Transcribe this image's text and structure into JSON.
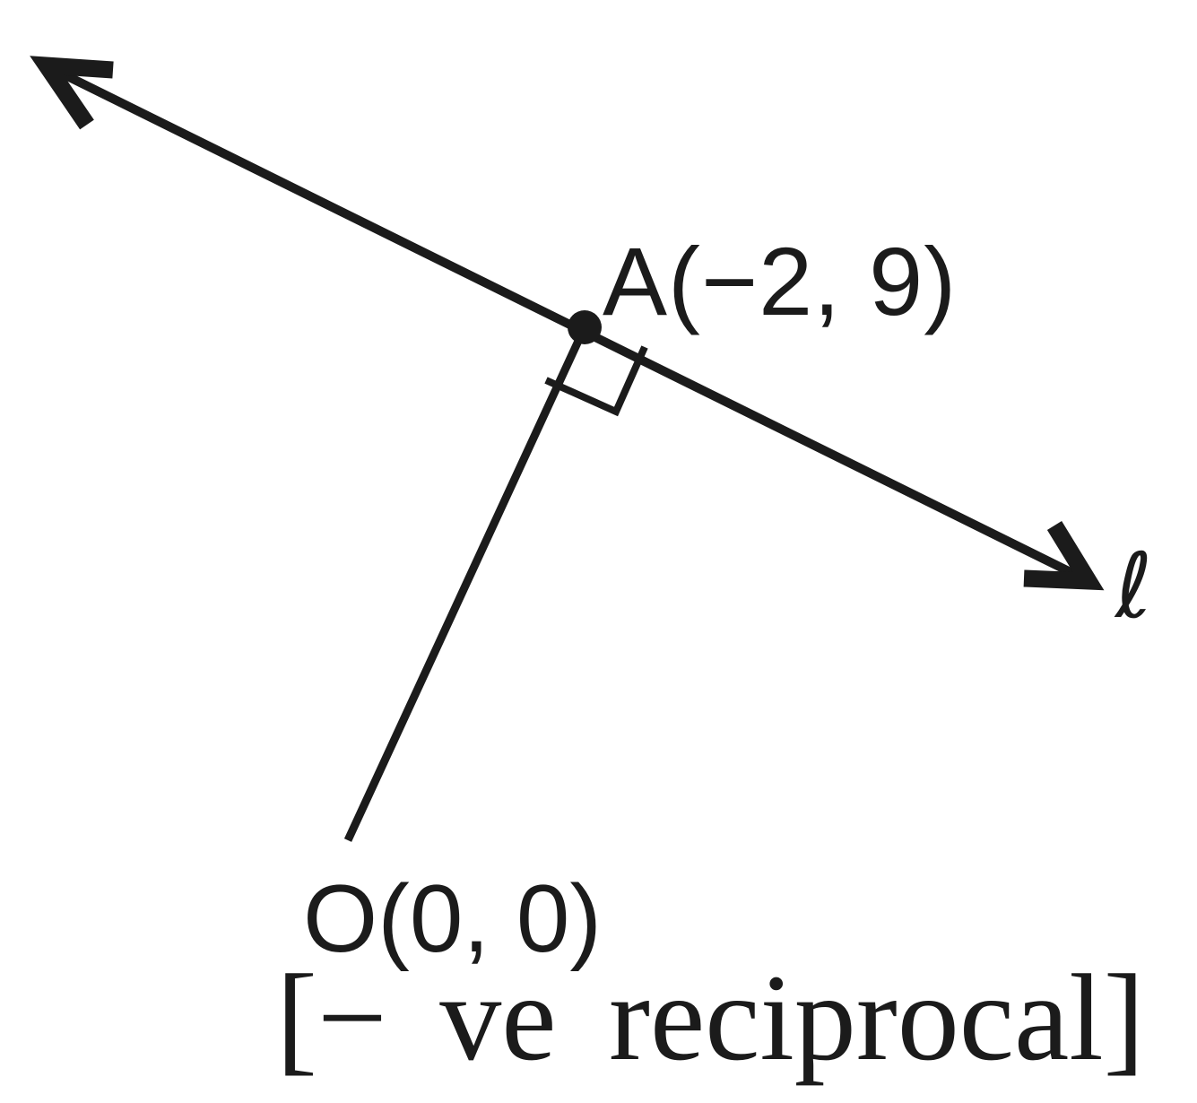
{
  "figure": {
    "point_a_label": "A(−2, 9)",
    "origin_label": "O(0, 0)",
    "line_label": "ℓ",
    "note_label": "[− ve reciprocal]",
    "ink_color": "#1b1b1b",
    "background_color": "#ffffff"
  }
}
